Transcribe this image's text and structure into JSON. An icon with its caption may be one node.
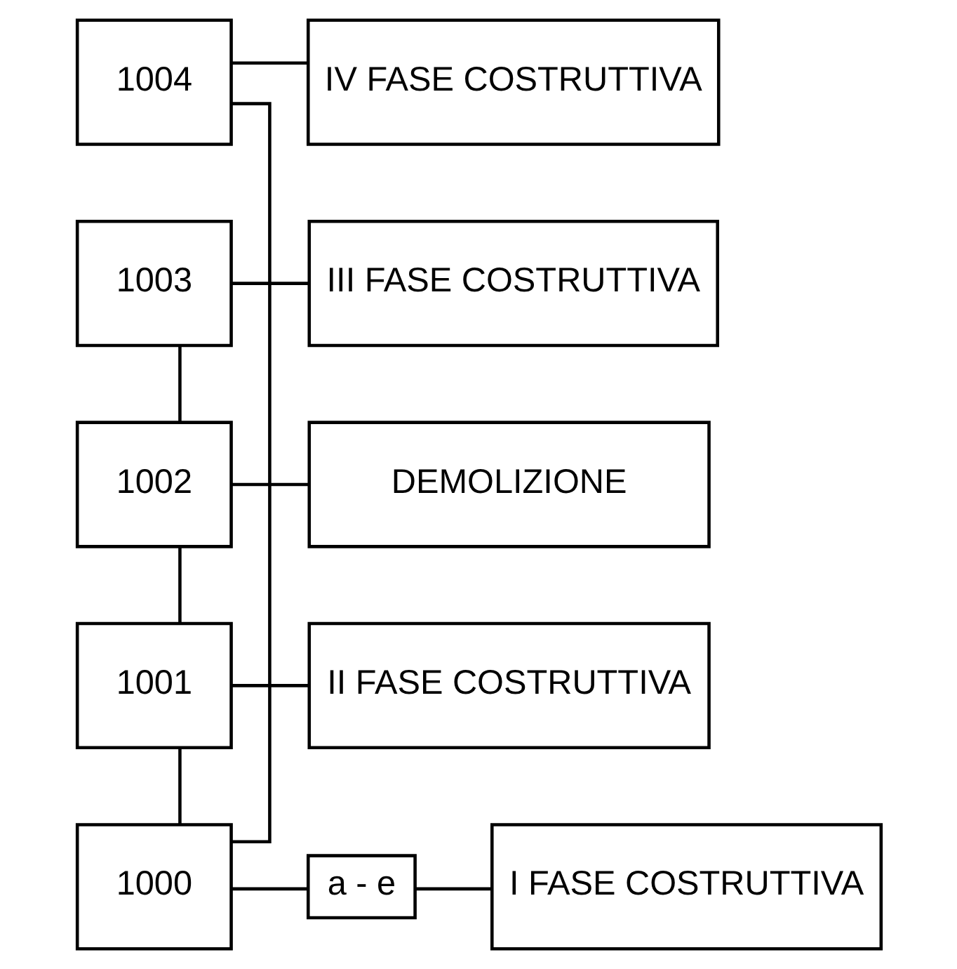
{
  "diagram": {
    "nodes": [
      {
        "text": [
          "1004"
        ]
      },
      {
        "text": [
          "IV FASE COSTRUTTIVA"
        ]
      },
      {
        "text": [
          "1003"
        ]
      },
      {
        "text": [
          "III FASE COSTRUTTIVA"
        ]
      },
      {
        "text": [
          "1002"
        ]
      },
      {
        "text": [
          "DEMOLIZIONE"
        ]
      },
      {
        "text": [
          "1001"
        ]
      },
      {
        "text": [
          "II FASE COSTRUTTIVA"
        ]
      },
      {
        "text": [
          "1000"
        ]
      },
      {
        "text": [
          "a - e"
        ]
      },
      {
        "text": [
          "I FASE COSTRUTTIVA"
        ]
      }
    ],
    "edges": [
      {
        "from": 0,
        "to": 1,
        "arrow": "none"
      },
      {
        "from": 2,
        "to": 3,
        "arrow": "none"
      },
      {
        "from": 4,
        "to": 5,
        "arrow": "none"
      },
      {
        "from": 6,
        "to": 7,
        "arrow": "none"
      },
      {
        "from": 8,
        "to": 9,
        "arrow": "none"
      },
      {
        "from": 9,
        "to": 10,
        "arrow": "none"
      },
      {
        "from": 2,
        "to": 4,
        "arrow": "none"
      },
      {
        "from": 4,
        "to": 6,
        "arrow": "none"
      },
      {
        "from": 6,
        "to": 8,
        "arrow": "none"
      },
      {
        "from": 0,
        "to": 8,
        "arrow": "none"
      }
    ]
  }
}
